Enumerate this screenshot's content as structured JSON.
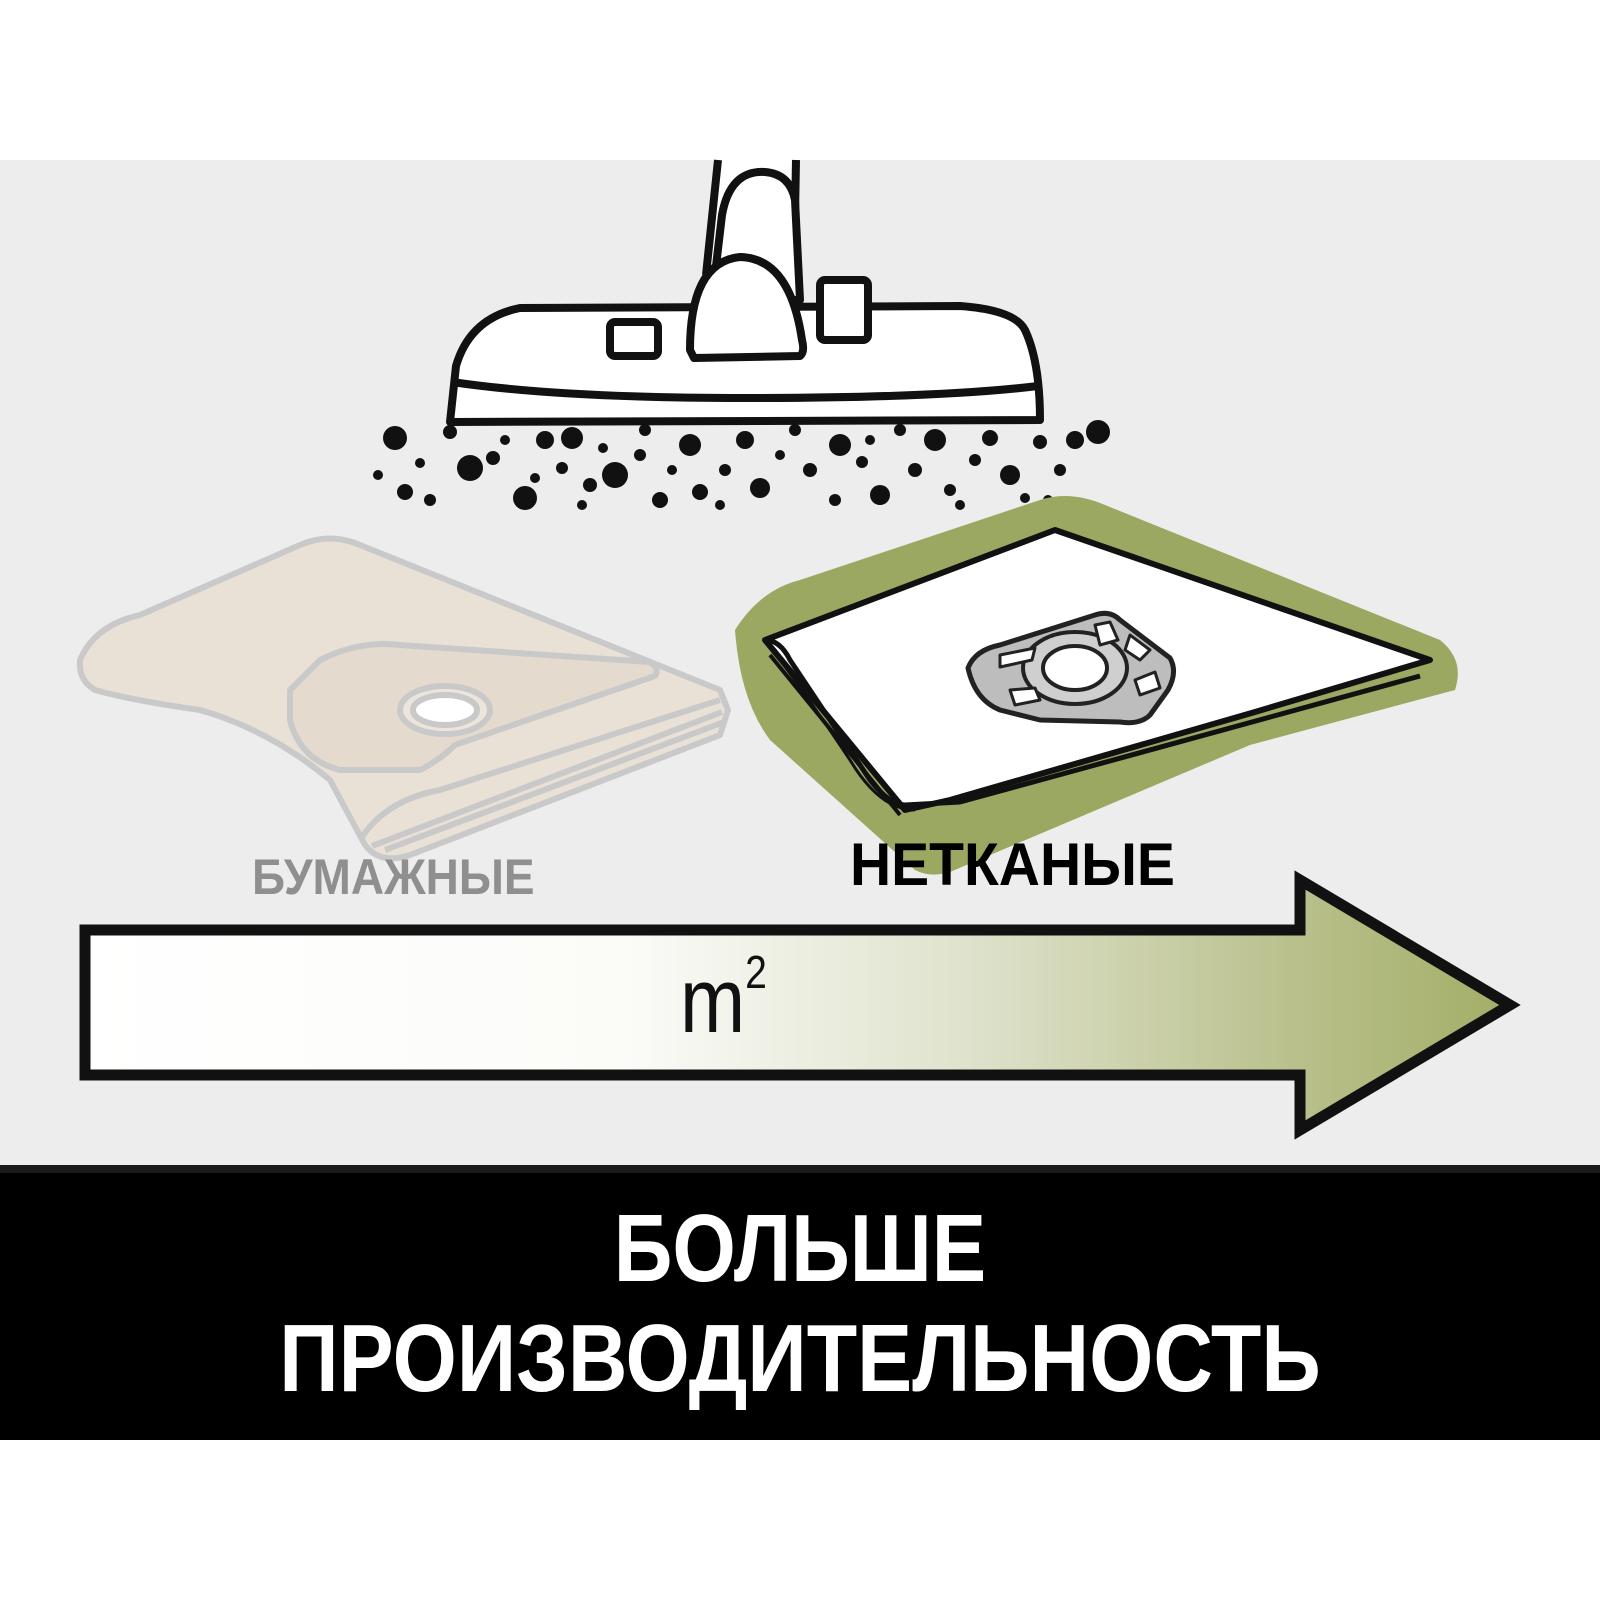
{
  "illustration": {
    "subject": "vacuum-cleaner-floor-nozzle-with-dust",
    "colors": {
      "panel_background": "#ededed",
      "page_background": "#ffffff",
      "accent_green": "#9aa862",
      "paper_bag_fill": "#e9e1d6",
      "paper_bag_outline": "#c8c8c8",
      "banner_background": "#000000",
      "banner_text": "#ffffff"
    }
  },
  "products": {
    "paper": {
      "label": "БУМАЖНЫЕ",
      "icon": "paper-filter-bag-icon"
    },
    "nonwoven": {
      "label": "НЕТКАНЫЕ",
      "icon": "fleece-filter-bag-icon"
    }
  },
  "arrow": {
    "unit_base": "m",
    "unit_exponent": "2",
    "gradient_start": "#ffffff",
    "gradient_end": "#9aa862"
  },
  "banner": {
    "line1": "БОЛЬШЕ",
    "line2": "ПРОИЗВОДИТЕЛЬНОСТЬ"
  }
}
